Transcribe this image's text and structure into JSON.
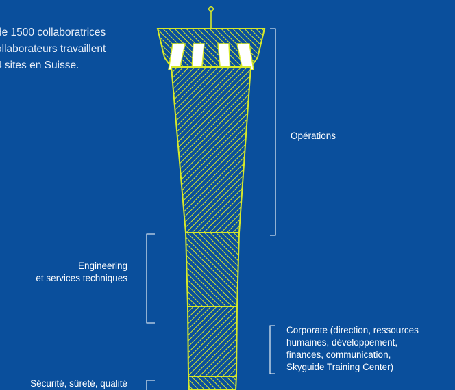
{
  "intro": {
    "line1": "de 1500 collaboratrices",
    "line2": "ollaborateurs travaillent",
    "line3": "4 sites en Suisse."
  },
  "sections": {
    "operations": "Opérations",
    "engineering_line1": "Engineering",
    "engineering_line2": "et services techniques",
    "corporate_line1": "Corporate (direction, ressources",
    "corporate_line2": "humaines, développement,",
    "corporate_line3": "finances, communication,",
    "corporate_line4": "Skyguide Training Center)",
    "security": "Sécurité, sûreté, qualité"
  },
  "colors": {
    "background": "#0a4f9c",
    "tower_stroke": "#d6e82a",
    "text": "#ffffff"
  }
}
